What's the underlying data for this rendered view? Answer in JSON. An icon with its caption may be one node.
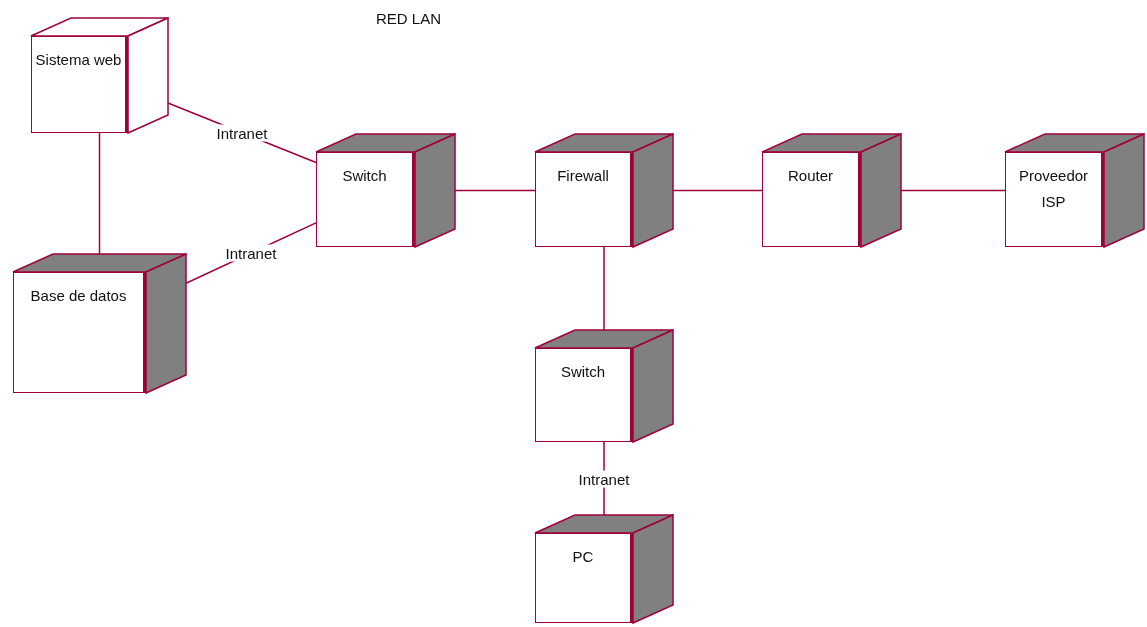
{
  "diagram": {
    "title": "RED LAN",
    "nodes": [
      {
        "text": [
          "Sistema web"
        ]
      },
      {
        "text": [
          "Base de datos"
        ]
      },
      {
        "text": [
          "Switch"
        ]
      },
      {
        "text": [
          "Firewall"
        ]
      },
      {
        "text": [
          "Router"
        ]
      },
      {
        "text": [
          "Proveedor ISP"
        ]
      },
      {
        "text": [
          "Switch"
        ]
      },
      {
        "text": [
          "PC"
        ]
      }
    ],
    "edges": [
      {
        "from": 0,
        "to": 1,
        "arrow": "none"
      },
      {
        "from": 0,
        "to": 2,
        "arrow": "none",
        "label": "Intranet"
      },
      {
        "from": 1,
        "to": 2,
        "arrow": "none",
        "label": "Intranet"
      },
      {
        "from": 2,
        "to": 3,
        "arrow": "none"
      },
      {
        "from": 3,
        "to": 4,
        "arrow": "none"
      },
      {
        "from": 4,
        "to": 5,
        "arrow": "none"
      },
      {
        "from": 3,
        "to": 6,
        "arrow": "none"
      },
      {
        "from": 6,
        "to": 7,
        "arrow": "none",
        "label": "Intranet"
      }
    ]
  }
}
